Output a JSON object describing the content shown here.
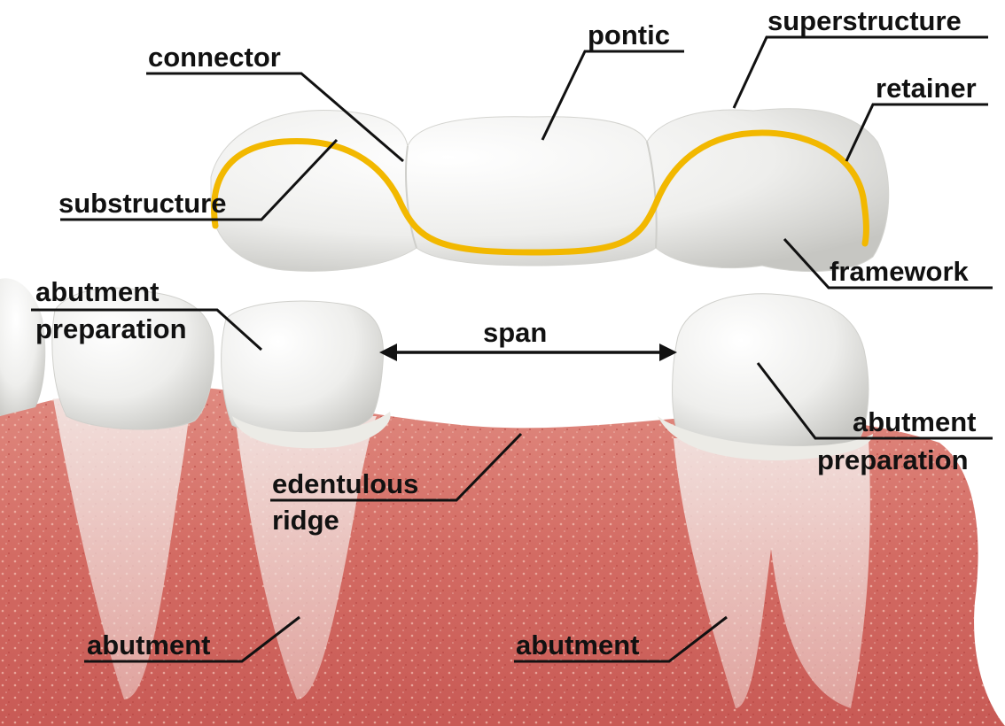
{
  "labels": {
    "connector": "connector",
    "pontic": "pontic",
    "superstructure": "superstructure",
    "retainer": "retainer",
    "substructure": "substructure",
    "framework": "framework",
    "abutment_preparation_left_line1": "abutment",
    "abutment_preparation_left_line2": "preparation",
    "span": "span",
    "abutment_preparation_right_line1": "abutment",
    "abutment_preparation_right_line2": "preparation",
    "edentulous_line1": "edentulous",
    "edentulous_line2": "ridge",
    "abutment_left": "abutment",
    "abutment_right": "abutment"
  },
  "colors": {
    "substructure_line": "#f2b800",
    "gum": "#d9736b",
    "gum_dark": "#b84a45",
    "tooth": "#f4f4f2",
    "tooth_shadow": "#c9c9c6",
    "root": "#efe7e4"
  }
}
